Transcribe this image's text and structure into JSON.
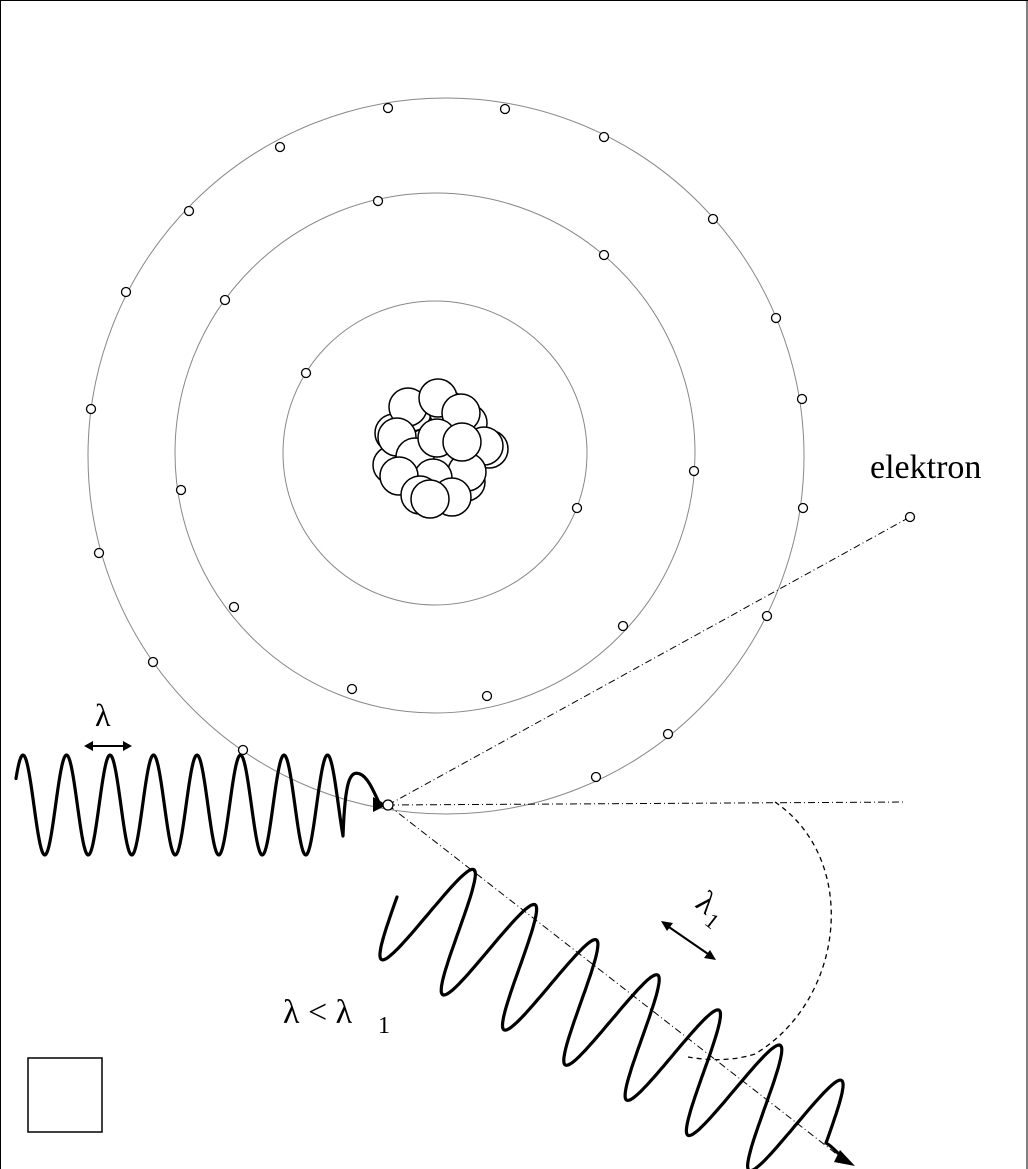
{
  "diagram": {
    "electron_label": "elektron",
    "incident_wavelength_label": "λ",
    "scattered_wavelength_label": "λ",
    "scattered_wavelength_subscript": "1",
    "relation_lhs": "λ < λ",
    "relation_subscript": "1",
    "colors": {
      "stroke": "#000000",
      "orbit": "#888888",
      "background": "#ffffff"
    }
  }
}
